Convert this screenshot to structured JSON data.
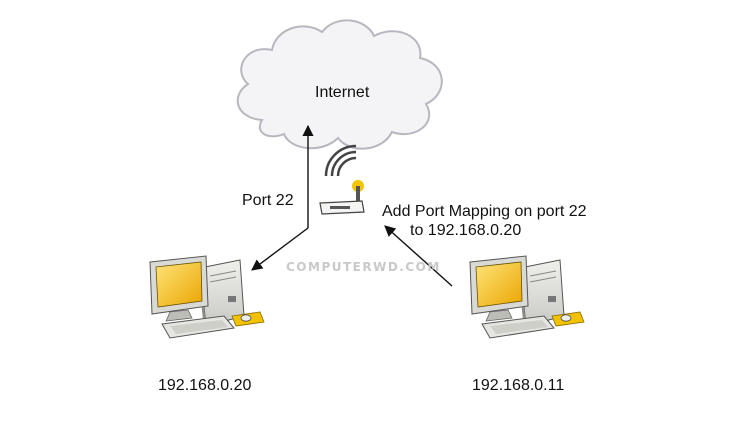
{
  "diagram": {
    "cloud_label": "Internet",
    "port_label": "Port 22",
    "mapping_label_line1": "Add Port Mapping on port 22",
    "mapping_label_line2": "to 192.168.0.20",
    "left_ip": "192.168.0.20",
    "right_ip": "192.168.0.11",
    "watermark": "COMPUTERWD.COM"
  },
  "icons": [
    "cloud-icon",
    "router-icon",
    "computer-icon"
  ],
  "colors": {
    "cloud_fill": "#f4f4f6",
    "cloud_stroke": "#b7b7c0",
    "screen_yellow": "#f5b800",
    "router_light": "#f5c400",
    "arrow": "#111111"
  }
}
